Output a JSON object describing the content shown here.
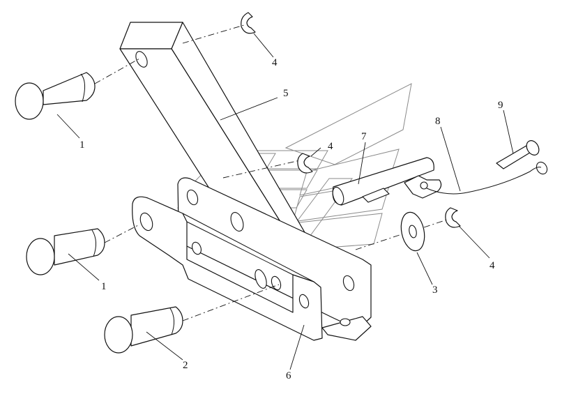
{
  "diagram": {
    "type": "exploded-assembly",
    "callouts": [
      {
        "id": "c1a",
        "label": "1"
      },
      {
        "id": "c1b",
        "label": "1"
      },
      {
        "id": "c2",
        "label": "2"
      },
      {
        "id": "c3",
        "label": "3"
      },
      {
        "id": "c4a",
        "label": "4"
      },
      {
        "id": "c4b",
        "label": "4"
      },
      {
        "id": "c4c",
        "label": "4"
      },
      {
        "id": "c5",
        "label": "5"
      },
      {
        "id": "c6",
        "label": "6"
      },
      {
        "id": "c7",
        "label": "7"
      },
      {
        "id": "c8",
        "label": "8"
      },
      {
        "id": "c9",
        "label": "9"
      }
    ],
    "watermark": "logo"
  },
  "colors": {
    "line": "#111111",
    "watermark": "#8a8a8a",
    "background": "#ffffff"
  }
}
